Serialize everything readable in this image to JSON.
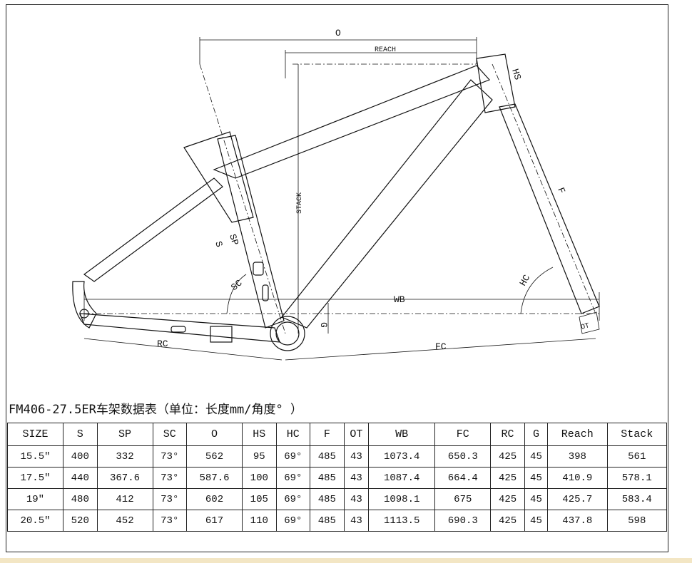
{
  "diagram": {
    "labels": {
      "o": "O",
      "reach": "REACH",
      "stack": "STACK",
      "hs": "HS",
      "f": "F",
      "s": "S",
      "sp": "SP",
      "sc": "SC",
      "hc": "HC",
      "wb": "WB",
      "g": "G",
      "ot": "OT",
      "rc": "RC",
      "fc": "FC"
    }
  },
  "table": {
    "title": "FM406-27.5ER车架数据表（单位：长度mm/角度° ）",
    "headers": [
      "SIZE",
      "S",
      "SP",
      "SC",
      "O",
      "HS",
      "HC",
      "F",
      "OT",
      "WB",
      "FC",
      "RC",
      "G",
      "Reach",
      "Stack"
    ],
    "rows": [
      [
        "15.5″",
        "400",
        "332",
        "73°",
        "562",
        "95",
        "69°",
        "485",
        "43",
        "1073.4",
        "650.3",
        "425",
        "45",
        "398",
        "561"
      ],
      [
        "17.5″",
        "440",
        "367.6",
        "73°",
        "587.6",
        "100",
        "69°",
        "485",
        "43",
        "1087.4",
        "664.4",
        "425",
        "45",
        "410.9",
        "578.1"
      ],
      [
        "19″",
        "480",
        "412",
        "73°",
        "602",
        "105",
        "69°",
        "485",
        "43",
        "1098.1",
        "675",
        "425",
        "45",
        "425.7",
        "583.4"
      ],
      [
        "20.5″",
        "520",
        "452",
        "73°",
        "617",
        "110",
        "69°",
        "485",
        "43",
        "1113.5",
        "690.3",
        "425",
        "45",
        "437.8",
        "598"
      ]
    ]
  }
}
